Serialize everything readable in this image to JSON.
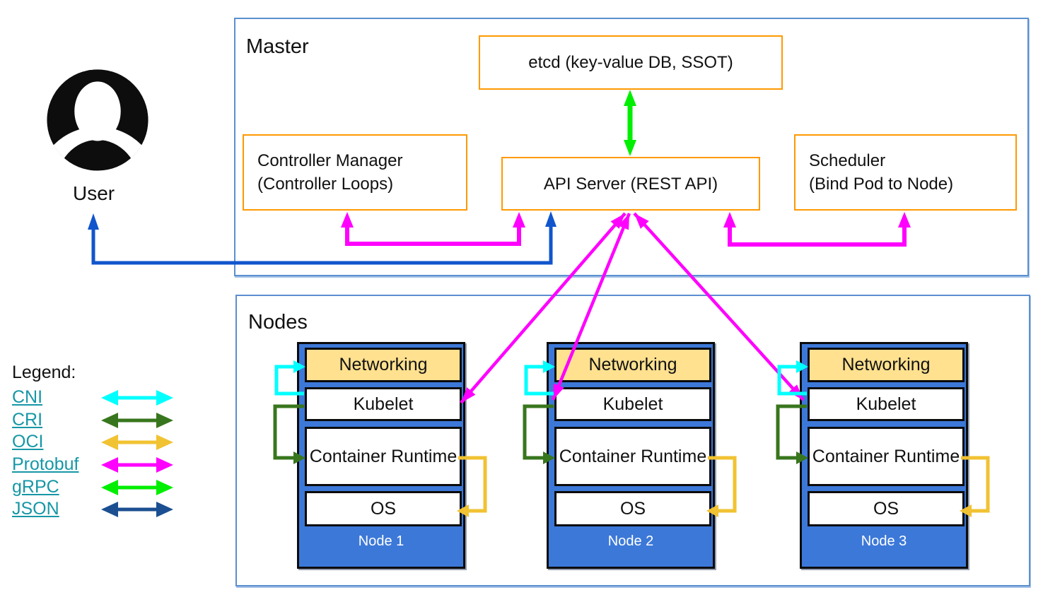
{
  "user": {
    "label": "User"
  },
  "master": {
    "label": "Master",
    "etcd_label": "etcd (key-value DB, SSOT)",
    "controller_manager_line1": "Controller Manager",
    "controller_manager_line2": "(Controller Loops)",
    "api_server_label": "API Server (REST API)",
    "scheduler_line1": "Scheduler",
    "scheduler_line2": "(Bind Pod to Node)"
  },
  "nodes": {
    "label": "Nodes",
    "items": [
      {
        "name": "Node 1",
        "layers": [
          "Networking",
          "Kubelet",
          "Container Runtime",
          "OS"
        ]
      },
      {
        "name": "Node 2",
        "layers": [
          "Networking",
          "Kubelet",
          "Container Runtime",
          "OS"
        ]
      },
      {
        "name": "Node 3",
        "layers": [
          "Networking",
          "Kubelet",
          "Container Runtime",
          "OS"
        ]
      }
    ]
  },
  "legend": {
    "title": "Legend:",
    "items": [
      {
        "label": "CNI",
        "color": "#00ffff"
      },
      {
        "label": "CRI",
        "color": "#38761d"
      },
      {
        "label": "OCI",
        "color": "#f1c232"
      },
      {
        "label": "Protobuf",
        "color": "#ff00ff"
      },
      {
        "label": "gRPC",
        "color": "#00ee00"
      },
      {
        "label": "JSON",
        "color": "#1b4f91"
      }
    ]
  },
  "colors": {
    "component_border": "#ff9900",
    "container_border": "#5b8fd0",
    "node_fill": "#3c78d8",
    "networking_fill": "#ffe18f",
    "user_json_arrow": "#1155cc",
    "legend_link": "#1697a6"
  }
}
